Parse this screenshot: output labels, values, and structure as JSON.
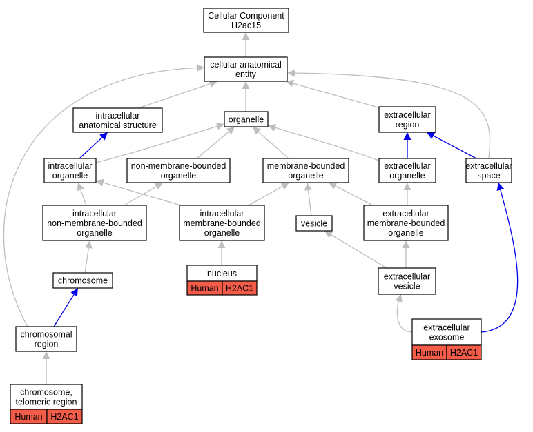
{
  "colors": {
    "gray": "#bebebe",
    "blue": "#0000ee",
    "annotation": "#f25c48"
  },
  "nodes": {
    "root": [
      "Cellular Component",
      "H2ac15"
    ],
    "cae": [
      "cellular anatomical",
      "entity"
    ],
    "ias": [
      "intracellular",
      "anatomical structure"
    ],
    "org": [
      "organelle"
    ],
    "ecr": [
      "extracellular",
      "region"
    ],
    "io": [
      "intracellular",
      "organelle"
    ],
    "nmbo": [
      "non-membrane-bounded",
      "organelle"
    ],
    "mbo": [
      "membrane-bounded",
      "organelle"
    ],
    "eco": [
      "extracellular",
      "organelle"
    ],
    "ecs": [
      "extracellular",
      "space"
    ],
    "inmbo": [
      "intracellular",
      "non-membrane-bounded",
      "organelle"
    ],
    "imbo": [
      "intracellular",
      "membrane-bounded",
      "organelle"
    ],
    "ves": [
      "vesicle"
    ],
    "embo": [
      "extracellular",
      "membrane-bounded",
      "organelle"
    ],
    "chr": [
      "chromosome"
    ],
    "nuc": [
      "nucleus"
    ],
    "ecv": [
      "extracellular",
      "vesicle"
    ],
    "chrr": [
      "chromosomal",
      "region"
    ],
    "exo": [
      "extracellular",
      "exosome"
    ],
    "tel": [
      "chromosome,",
      "telomeric region"
    ]
  },
  "annotations": {
    "nuc": [
      "Human",
      "H2AC1"
    ],
    "exo": [
      "Human",
      "H2AC1"
    ],
    "tel": [
      "Human",
      "H2AC1"
    ]
  },
  "edges": [
    {
      "from": "cae",
      "to": "root",
      "kind": "gray"
    },
    {
      "from": "ias",
      "to": "cae",
      "kind": "gray"
    },
    {
      "from": "org",
      "to": "cae",
      "kind": "gray"
    },
    {
      "from": "ecr",
      "to": "cae",
      "kind": "gray"
    },
    {
      "from": "ecs",
      "to": "cae",
      "kind": "gray"
    },
    {
      "from": "chrr",
      "to": "cae",
      "kind": "gray"
    },
    {
      "from": "io",
      "to": "ias",
      "kind": "blue"
    },
    {
      "from": "io",
      "to": "org",
      "kind": "gray"
    },
    {
      "from": "nmbo",
      "to": "org",
      "kind": "gray"
    },
    {
      "from": "mbo",
      "to": "org",
      "kind": "gray"
    },
    {
      "from": "eco",
      "to": "org",
      "kind": "gray"
    },
    {
      "from": "eco",
      "to": "ecr",
      "kind": "blue"
    },
    {
      "from": "ecs",
      "to": "ecr",
      "kind": "blue"
    },
    {
      "from": "inmbo",
      "to": "io",
      "kind": "gray"
    },
    {
      "from": "inmbo",
      "to": "nmbo",
      "kind": "gray"
    },
    {
      "from": "imbo",
      "to": "io",
      "kind": "gray"
    },
    {
      "from": "imbo",
      "to": "mbo",
      "kind": "gray"
    },
    {
      "from": "ves",
      "to": "mbo",
      "kind": "gray"
    },
    {
      "from": "embo",
      "to": "mbo",
      "kind": "gray"
    },
    {
      "from": "embo",
      "to": "eco",
      "kind": "gray"
    },
    {
      "from": "chr",
      "to": "inmbo",
      "kind": "gray"
    },
    {
      "from": "nuc",
      "to": "imbo",
      "kind": "gray"
    },
    {
      "from": "ecv",
      "to": "ves",
      "kind": "gray"
    },
    {
      "from": "ecv",
      "to": "embo",
      "kind": "gray"
    },
    {
      "from": "chrr",
      "to": "chr",
      "kind": "blue"
    },
    {
      "from": "exo",
      "to": "ecv",
      "kind": "gray"
    },
    {
      "from": "exo",
      "to": "ecs",
      "kind": "blue"
    },
    {
      "from": "tel",
      "to": "chrr",
      "kind": "gray"
    }
  ]
}
